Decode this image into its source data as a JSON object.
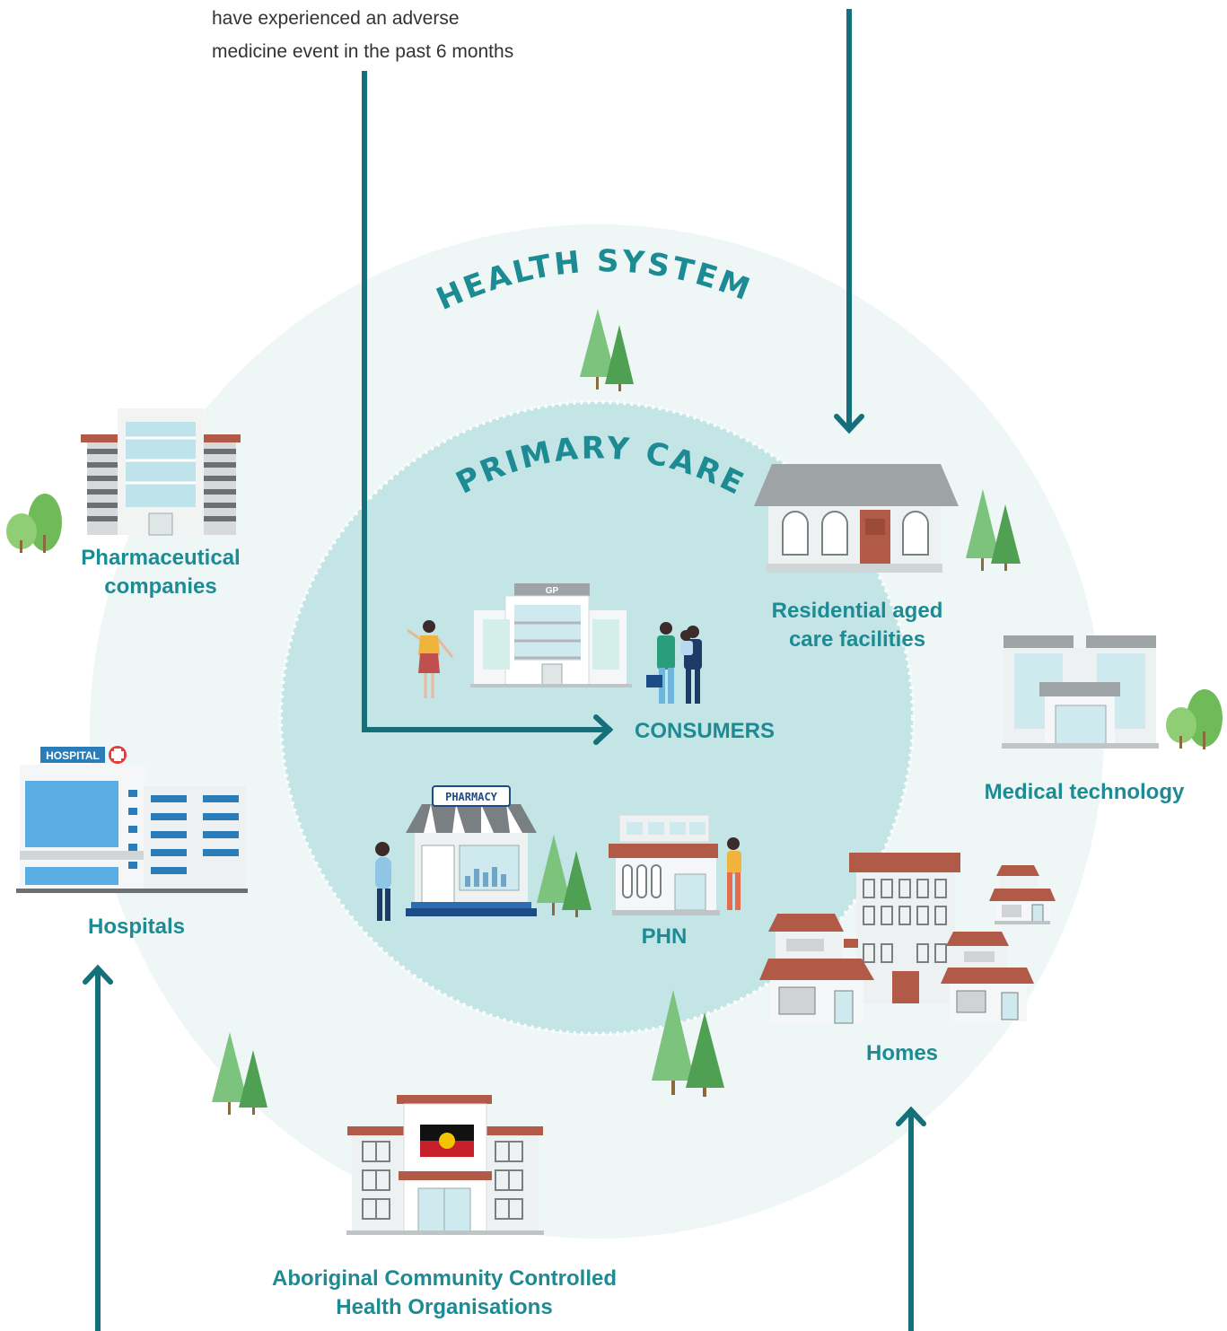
{
  "intro": {
    "line1": "have experienced an adverse",
    "line2": "medicine event in the past 6 months"
  },
  "rings": {
    "outer": "HEALTH SYSTEM",
    "inner": "PRIMARY CARE"
  },
  "gp_sign": "GP",
  "hospital_sign": "HOSPITAL",
  "pharmacy_sign": "PHARMACY",
  "labels": {
    "pharma_line1": "Pharmaceutical",
    "pharma_line2": "companies",
    "hospitals": "Hospitals",
    "residential_line1": "Residential aged",
    "residential_line2": "care facilities",
    "medtech": "Medical technology",
    "consumers": "CONSUMERS",
    "phn": "PHN",
    "homes": "Homes",
    "accho_line1": "Aboriginal Community Controlled",
    "accho_line2": "Health Organisations"
  },
  "colors": {
    "teal_text": "#1d8b94",
    "arrow": "#15707c",
    "outer_ring": "#eef6f6",
    "inner_ring": "#c4e5e6",
    "roof_red": "#b25a48",
    "tree_light": "#7cc47d",
    "tree_dark": "#4fa052"
  }
}
